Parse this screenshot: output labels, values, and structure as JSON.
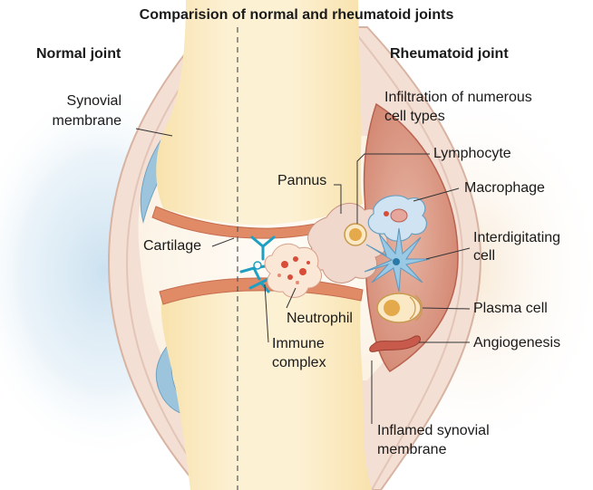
{
  "title": "Comparision of normal and rheumatoid joints",
  "headings": {
    "normal": "Normal joint",
    "rheumatoid": "Rheumatoid joint"
  },
  "labels": {
    "synovial_membrane_line1": "Synovial",
    "synovial_membrane_line2": "membrane",
    "cartilage": "Cartilage",
    "pannus": "Pannus",
    "infiltration_line1": "Infiltration of numerous",
    "infiltration_line2": "cell types",
    "lymphocyte": "Lymphocyte",
    "macrophage": "Macrophage",
    "interdigitating_line1": "Interdigitating",
    "interdigitating_line2": "cell",
    "plasma_cell": "Plasma cell",
    "angiogenesis": "Angiogenesis",
    "neutrophil": "Neutrophil",
    "immune_complex_line1": "Immune",
    "immune_complex_line2": "complex",
    "inflamed_line1": "Inflamed synovial",
    "inflamed_line2": "membrane"
  },
  "colors": {
    "bone": "#fbe9bf",
    "bone_light": "#fdf3dc",
    "capsule": "#f3ddd3",
    "capsule_edge": "#d9b3a3",
    "cartilage": "#e08a66",
    "inflamed": "#d78f79",
    "normal_synovium": "#9cc4dc",
    "glow_blue": "#d3e6f2",
    "cell_blue": "#8fc3e3",
    "immune_teal": "#1f9fc1",
    "neutrophil_red": "#d84d3a",
    "lymph_gold": "#e3a94b",
    "vessel": "#c85a4b",
    "leader": "#333333"
  }
}
